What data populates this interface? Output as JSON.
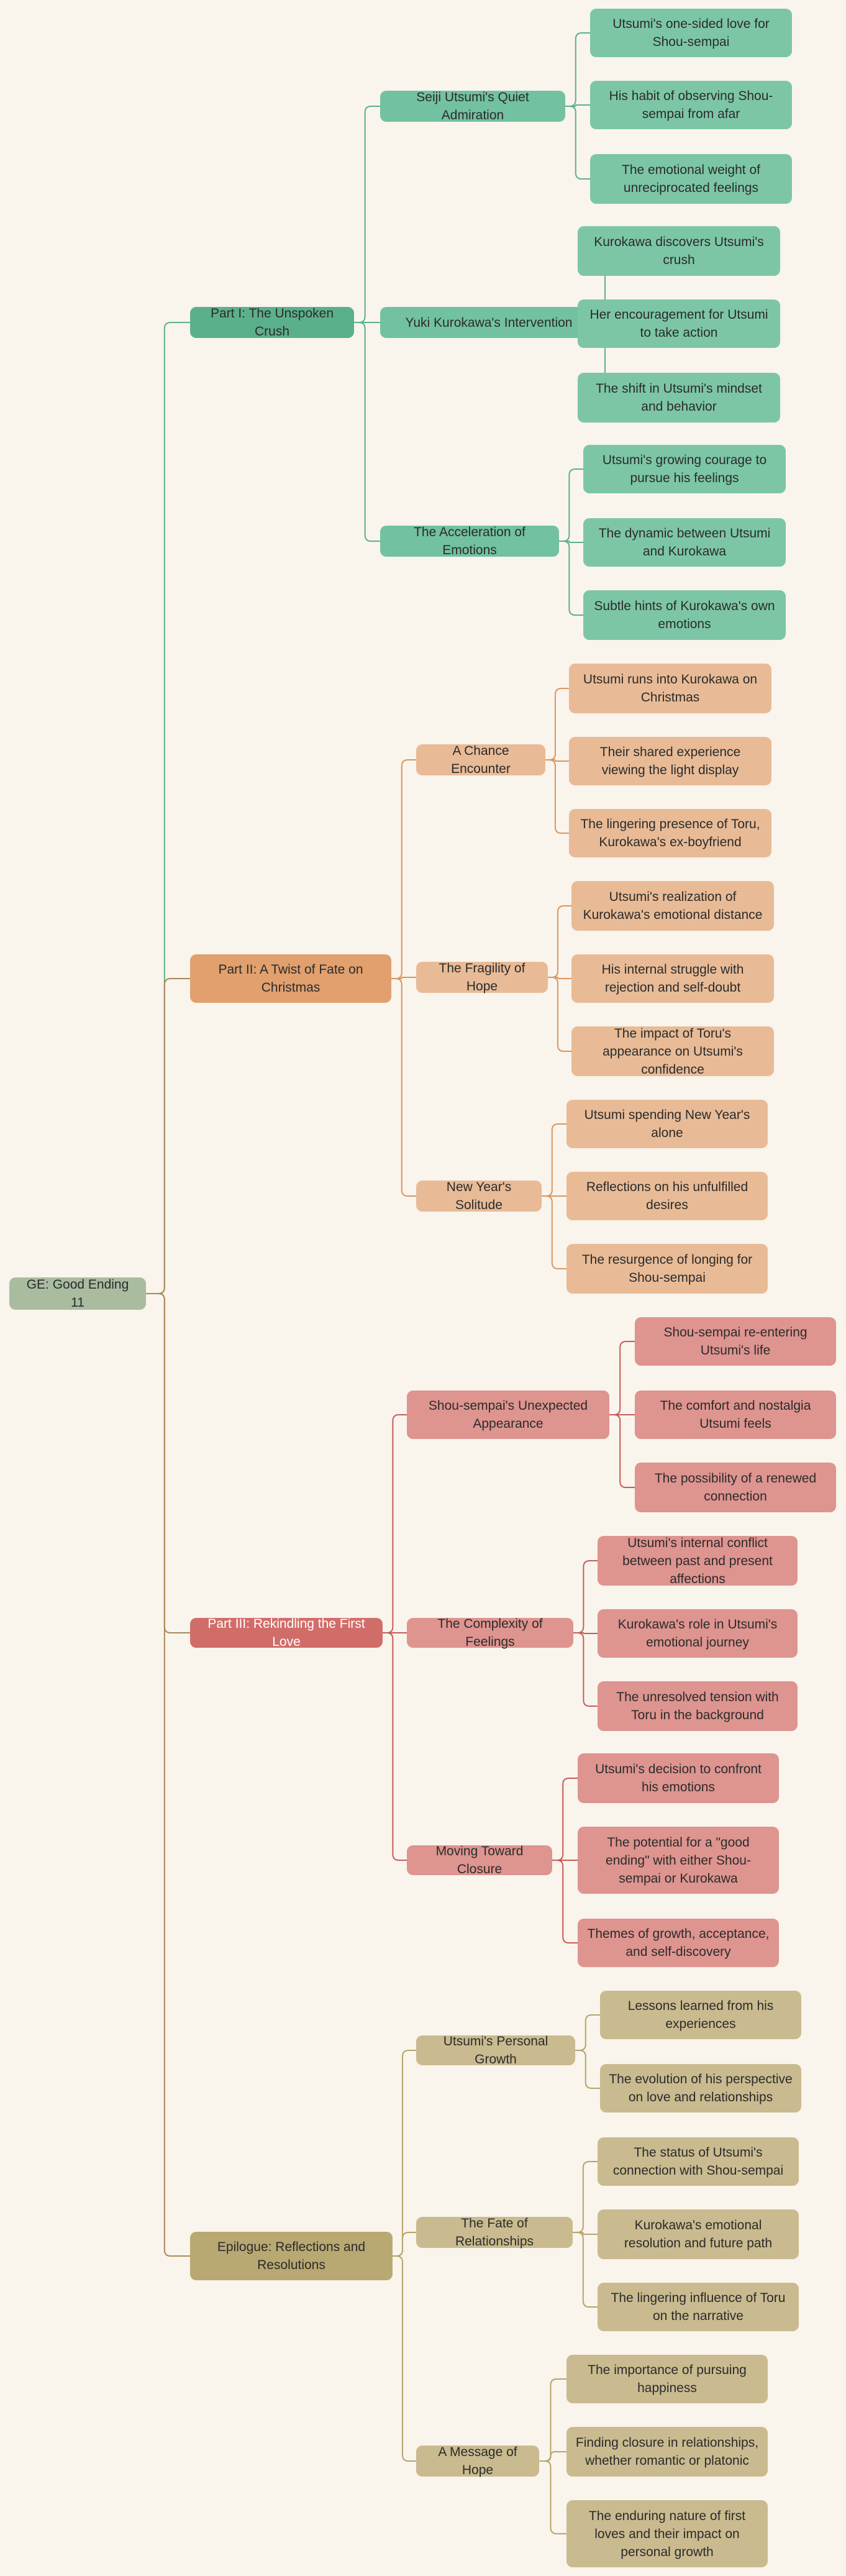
{
  "root": "GE: Good Ending 11",
  "parts": [
    {
      "label": "Part I: The Unspoken Crush",
      "sections": [
        {
          "label": "Seiji Utsumi's Quiet Admiration",
          "items": [
            "Utsumi's one-sided love for Shou-sempai",
            "His habit of observing Shou-sempai from afar",
            "The emotional weight of unreciprocated feelings"
          ]
        },
        {
          "label": "Yuki Kurokawa's Intervention",
          "items": [
            "Kurokawa discovers Utsumi's crush",
            "Her encouragement for Utsumi to take action",
            "The shift in Utsumi's mindset and behavior"
          ]
        },
        {
          "label": "The Acceleration of Emotions",
          "items": [
            "Utsumi's growing courage to pursue his feelings",
            "The dynamic between Utsumi and Kurokawa",
            "Subtle hints of Kurokawa's own emotions"
          ]
        }
      ]
    },
    {
      "label": "Part II: A Twist of Fate on Christmas",
      "sections": [
        {
          "label": "A Chance Encounter",
          "items": [
            "Utsumi runs into Kurokawa on Christmas",
            "Their shared experience viewing the light display",
            "The lingering presence of Toru, Kurokawa's ex-boyfriend"
          ]
        },
        {
          "label": "The Fragility of Hope",
          "items": [
            "Utsumi's realization of Kurokawa's emotional distance",
            "His internal struggle with rejection and self-doubt",
            "The impact of Toru's appearance on Utsumi's confidence"
          ]
        },
        {
          "label": "New Year's Solitude",
          "items": [
            "Utsumi spending New Year's alone",
            "Reflections on his unfulfilled desires",
            "The resurgence of longing for Shou-sempai"
          ]
        }
      ]
    },
    {
      "label": "Part III: Rekindling the First Love",
      "sections": [
        {
          "label": "Shou-sempai's Unexpected Appearance",
          "items": [
            "Shou-sempai re-entering Utsumi's life",
            "The comfort and nostalgia Utsumi feels",
            "The possibility of a renewed connection"
          ]
        },
        {
          "label": "The Complexity of Feelings",
          "items": [
            "Utsumi's internal conflict between past and present affections",
            "Kurokawa's role in Utsumi's emotional journey",
            "The unresolved tension with Toru in the background"
          ]
        },
        {
          "label": "Moving Toward Closure",
          "items": [
            "Utsumi's decision to confront his emotions",
            "The potential for a \"good ending\" with either Shou-sempai or Kurokawa",
            "Themes of growth, acceptance, and self-discovery"
          ]
        }
      ]
    },
    {
      "label": "Epilogue: Reflections and Resolutions",
      "sections": [
        {
          "label": "Utsumi's Personal Growth",
          "items": [
            "Lessons learned from his experiences",
            "The evolution of his perspective on love and relationships"
          ]
        },
        {
          "label": "The Fate of Relationships",
          "items": [
            "The status of Utsumi's connection with Shou-sempai",
            "Kurokawa's emotional resolution and future path",
            "The lingering influence of Toru on the narrative"
          ]
        },
        {
          "label": "A Message of Hope",
          "items": [
            "The importance of pursuing happiness",
            "Finding closure in relationships, whether romantic or platonic",
            "The enduring nature of first loves and their impact on personal growth"
          ]
        }
      ]
    }
  ],
  "colors": {
    "branch_1": "#5bb08c",
    "branch_2": "#d9965e",
    "branch_3": "#c65c58",
    "branch_4": "#b5a46a",
    "root_link": "#a9885a"
  }
}
